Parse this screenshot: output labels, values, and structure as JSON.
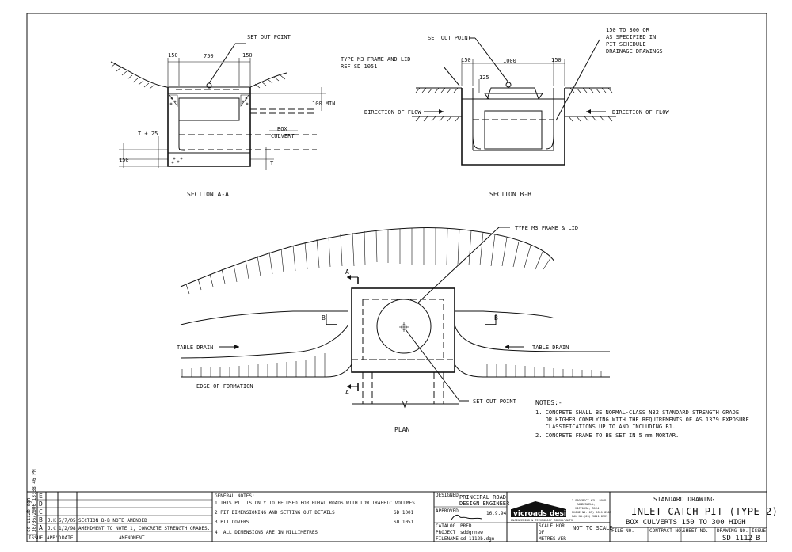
{
  "sections": {
    "section_aa": {
      "title": "SECTION A-A",
      "set_out_point": "SET OUT POINT",
      "dim_left": "150",
      "dim_mid": "750",
      "dim_right": "150",
      "dim_100_min": "100 MIN",
      "box_culvert": [
        "BOX",
        "CULVERT"
      ],
      "t_plus_25": "T + 25",
      "dim_150": "150",
      "t": "T"
    },
    "section_bb": {
      "title": "SECTION B-B",
      "set_out_point": "SET OUT POINT",
      "frame_label": [
        "TYPE M3 FRAME AND LID",
        "REF SD 1051"
      ],
      "dim_left": "150",
      "dim_mid": "1000",
      "dim_right": "150",
      "dim_125": "125",
      "depth_note": [
        "150 TO 300 OR",
        "AS SPECIFIED IN",
        "PIT SCHEDULE",
        "DRAINAGE DRAWINGS"
      ],
      "flow_left": "DIRECTION OF FLOW",
      "flow_right": "DIRECTION OF FLOW"
    },
    "plan": {
      "title": "PLAN",
      "frame_label": "TYPE M3 FRAME & LID",
      "set_out_point": "SET OUT POINT",
      "table_drain_left": "TABLE DRAIN",
      "table_drain_right": "TABLE DRAIN",
      "edge_of_formation": "EDGE OF FORMATION",
      "cut_a": "A",
      "cut_b": "B"
    }
  },
  "notes": {
    "heading": "NOTES:-",
    "items": [
      "1. CONCRETE SHALL BE NORMAL-CLASS N32 STANDARD STRENGTH GRADE",
      "   OR HIGHER COMPLYING WITH THE REQUIREMENTS OF AS 1379 EXPOSURE",
      "   CLASSIFICATIONS UP TO AND INCLUDING B1.",
      "2. CONCRETE FRAME TO BE SET IN 5 mm MORTAR."
    ]
  },
  "revisions": {
    "rows": [
      {
        "issue": "E",
        "appd": "",
        "date": "",
        "amendment": ""
      },
      {
        "issue": "D",
        "appd": "",
        "date": "",
        "amendment": ""
      },
      {
        "issue": "C",
        "appd": "",
        "date": "",
        "amendment": ""
      },
      {
        "issue": "B",
        "appd": "J.K",
        "date": "5/7/05",
        "amendment": "SECTION B-B NOTE AMENDED"
      },
      {
        "issue": "A",
        "appd": "J.C",
        "date": "1/2/98",
        "amendment": "AMENDMENT TO NOTE 1, CONCRETE STRENGTH GRADES."
      }
    ],
    "headers": {
      "issue": "ISSUE",
      "appd": "APP'D",
      "date": "DATE",
      "amendment": "AMENDMENT"
    },
    "side_stamp": [
      "sd-1112b.dgn",
      "30/06/2006 13:38:46 PM"
    ]
  },
  "general_notes": {
    "heading": "GENERAL NOTES:",
    "items": [
      {
        "text": "1.THIS PIT IS ONLY TO BE USED FOR RURAL ROADS WITH LOW  TRAFFIC VOLUMES.",
        "ref": ""
      },
      {
        "text": "2.PIT DIMENSIONING AND SETTING OUT DETAILS",
        "ref": "SD 1001"
      },
      {
        "text": "3.PIT COVERS",
        "ref": "SD 1051"
      },
      {
        "text": "4. ALL DIMENSIONS ARE IN MILLIMETRES",
        "ref": ""
      }
    ]
  },
  "title_block": {
    "designed_label": "DESIGNED",
    "designed_by": [
      "PRINCIPAL ROAD",
      "DESIGN ENGINEER"
    ],
    "approved_label": "APPROVED",
    "approved_date": "16.9.94",
    "catalog_label": "CATALOG",
    "catalog": "PRED",
    "project_label": "PROJECT",
    "project": "sddgnnew",
    "filename_label": "FILENAME",
    "filename": "sd-1112b.dgn",
    "logo": "vicroads design",
    "logo_sub": "ENGINEERING & TECHNOLOGY CONSULTANTS",
    "address": [
      "3 PROSPECT HILL ROAD,",
      "CAMBERWELL,",
      "VICTORIA, 3124.",
      "PHONE NO.(03) 9811 8303",
      "FAX NO.(03) 9811 8329"
    ],
    "scale_label": "SCALE",
    "hor": "HOR",
    "of": "OF",
    "metres": "METRES",
    "ver": "VER",
    "not_to_scale": "NOT TO SCALE",
    "standard_drawing": "STANDARD DRAWING",
    "title_line1": "INLET CATCH PIT (TYPE 2)",
    "title_line2": "BOX CULVERTS 150 TO 300 HIGH",
    "file_no_label": "FILE NO.",
    "contract_no_label": "CONTRACT NO.",
    "sheet_no_label": "SHEET NO.",
    "drawing_no_label": "DRAWING NO.",
    "drawing_no": "SD 1112",
    "issue_label": "ISSUE",
    "issue": "B"
  }
}
